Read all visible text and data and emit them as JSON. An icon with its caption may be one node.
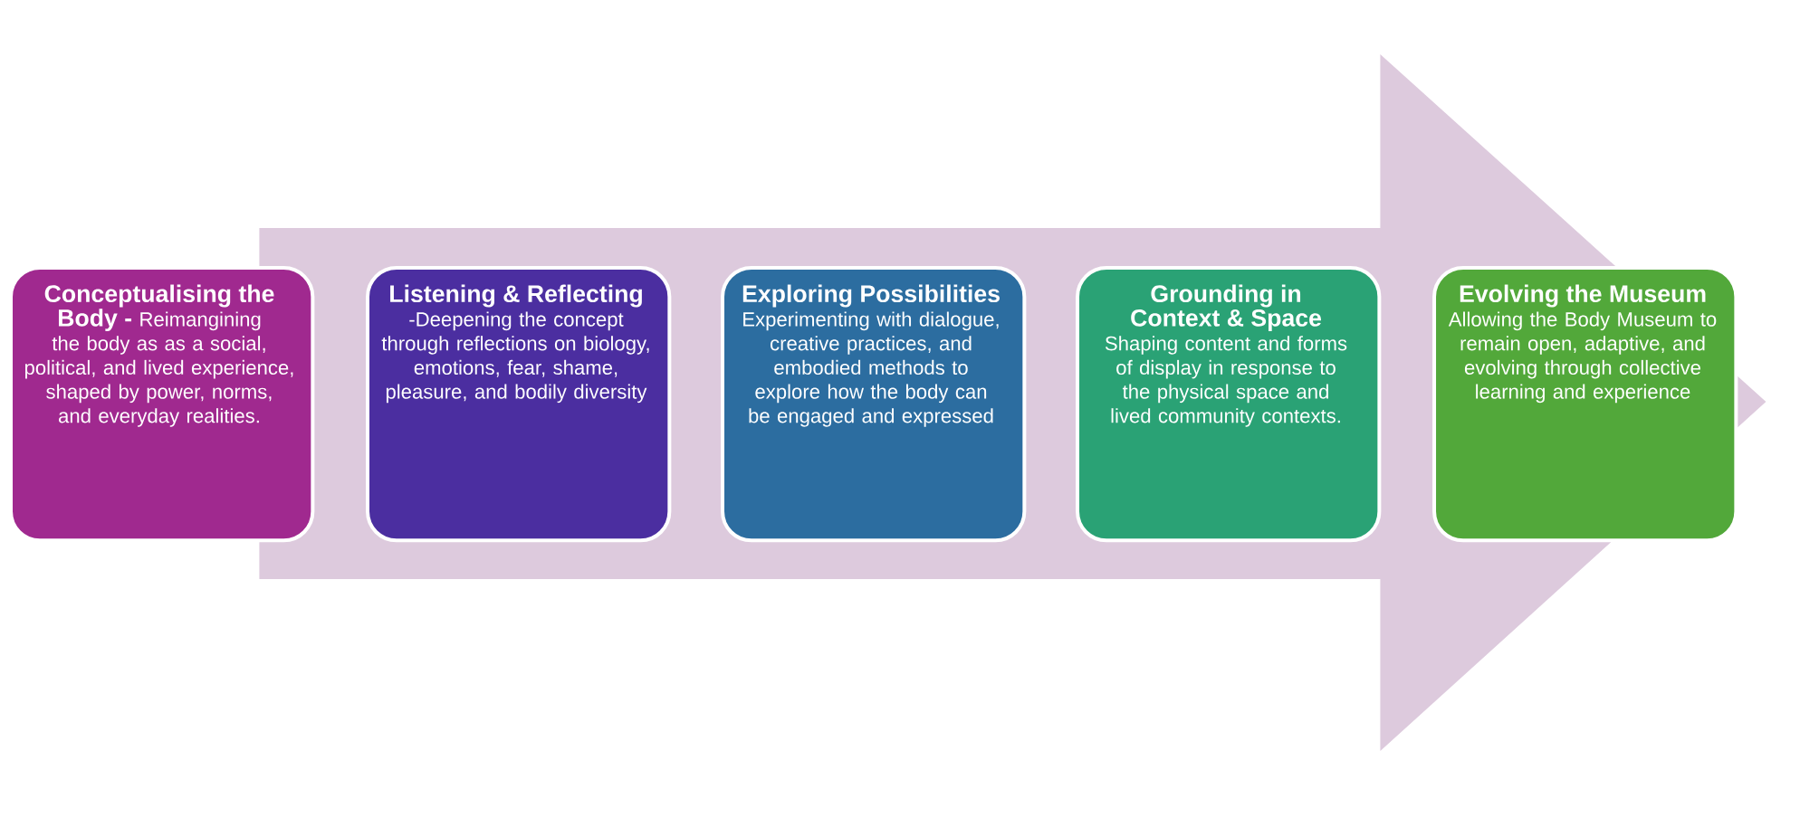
{
  "diagram": {
    "nodes": [
      {
        "text": [
          "Conceptualising the Body -",
          "Reimangining the body as as a social, political, and lived experience, shaped by power, norms, and everyday realities."
        ]
      },
      {
        "text": [
          "Listening & Reflecting",
          "-Deepening the concept through reflections on biology, emotions, fear, shame, pleasure, and bodily diversity"
        ]
      },
      {
        "text": [
          "Exploring Possibilities",
          "Experimenting with dialogue, creative practices, and embodied methods to explore how the body can be engaged and expressed"
        ]
      },
      {
        "text": [
          "Grounding in Context & Space",
          "Shaping content and forms of display in response to the physical space and lived community contexts."
        ]
      },
      {
        "text": [
          "Evolving the Museum",
          "Allowing the Body Museum to remain open, adaptive, and evolving through collective learning and experience"
        ]
      }
    ],
    "edges": [
      {
        "from": 0,
        "to": 4,
        "arrow": "to"
      }
    ]
  }
}
